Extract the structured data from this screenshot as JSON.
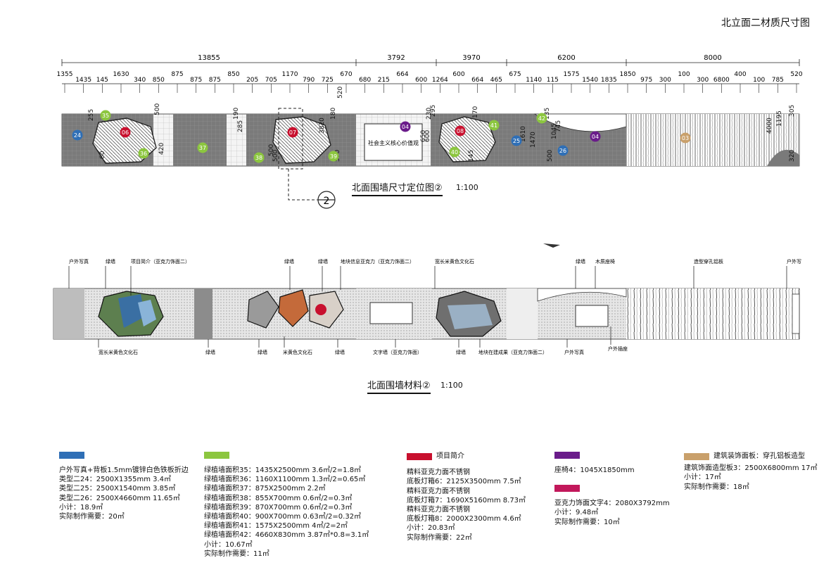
{
  "page_title": "北立面二材质尺寸图",
  "dims_top": [
    "13855",
    "3792",
    "3970",
    "6200",
    "8000"
  ],
  "dims_sub": [
    "1355",
    "1435",
    "145",
    "1630",
    "340",
    "850",
    "875",
    "875",
    "875",
    "850",
    "205",
    "705",
    "1170",
    "790",
    "725",
    "670",
    "680",
    "215",
    "664",
    "600",
    "1264",
    "600",
    "664",
    "465",
    "675",
    "1140",
    "115",
    "1575",
    "1540",
    "1835",
    "1850",
    "975",
    "300",
    "100",
    "300",
    "6800",
    "400",
    "100",
    "785",
    "520"
  ],
  "dims_side": [
    "255",
    "60",
    "500",
    "420",
    "190",
    "285",
    "500",
    "500",
    "180",
    "570",
    "230",
    "295",
    "145",
    "170",
    "135",
    "500",
    "305",
    "320",
    "1610",
    "1470",
    "1045",
    "745",
    "4000",
    "1195",
    "520",
    "650",
    "600",
    "3820"
  ],
  "markers": [
    {
      "id": "24",
      "color": "#2f6fb6"
    },
    {
      "id": "35",
      "color": "#8cc63f"
    },
    {
      "id": "06",
      "color": "#c8102e"
    },
    {
      "id": "36",
      "color": "#8cc63f"
    },
    {
      "id": "37",
      "color": "#8cc63f"
    },
    {
      "id": "38",
      "color": "#8cc63f"
    },
    {
      "id": "07",
      "color": "#c8102e"
    },
    {
      "id": "39",
      "color": "#8cc63f"
    },
    {
      "id": "04",
      "color": "#6a1b8a"
    },
    {
      "id": "08",
      "color": "#c8102e"
    },
    {
      "id": "40",
      "color": "#8cc63f"
    },
    {
      "id": "41",
      "color": "#8cc63f"
    },
    {
      "id": "25",
      "color": "#2f6fb6"
    },
    {
      "id": "42",
      "color": "#8cc63f"
    },
    {
      "id": "26",
      "color": "#2f6fb6"
    },
    {
      "id": "04",
      "color": "#6a1b8a"
    },
    {
      "id": "03",
      "color": "#c9a06b"
    }
  ],
  "plan1": {
    "title": "北面围墙尺寸定位图②",
    "scale": "1:100",
    "sign_text": "社会主义核心价值观",
    "callout": "2"
  },
  "plan2": {
    "title": "北面围墙材料②",
    "scale": "1:100",
    "top_labels": [
      "户外写真",
      "绿墙",
      "项目简介（亚克力饰面二）",
      "绿墙",
      "绿墙",
      "地块信息亚克力（亚克力饰面二）",
      "宽长米黄色文化石",
      "绿墙",
      "木质座椅",
      "造型穿孔铝板",
      "户外写"
    ],
    "bottom_labels": [
      "宽长米黄色文化石",
      "绿墙",
      "绿墙",
      "米黄色文化石",
      "绿墙",
      "文字墙（亚克力饰面）",
      "绿墙",
      "地块在建成果（亚克力饰面二）",
      "户外写真",
      "户外插座"
    ]
  },
  "legend": {
    "col1": {
      "color": "#2f6fb6",
      "lines": [
        "户外写真+背板1.5mm镀锌白色铁板折边",
        "类型二24：2500X1355mm 3.4㎡",
        "类型二25：2500X1540mm 3.85㎡",
        "类型二26：2500X4660mm 11.65㎡",
        "小计：18.9㎡",
        "实际制作需要：20㎡"
      ]
    },
    "col2": {
      "color": "#8cc63f",
      "lines": [
        "绿植墙面积35：1435X2500mm 3.6㎡/2=1.8㎡",
        "绿植墙面积36：1160X1100mm 1.3㎡/2=0.65㎡",
        "绿植墙面积37：875X2500mm 2.2㎡",
        "绿植墙面积38：855X700mm 0.6㎡/2=0.3㎡",
        "绿植墙面积39：870X700mm 0.6㎡/2=0.3㎡",
        "绿植墙面积40：900X700mm 0.63㎡/2=0.32㎡",
        "绿植墙面积41：1575X2500mm 4㎡/2=2㎡",
        "绿植墙面积42：4660X830mm 3.87㎡*0.8=3.1㎡",
        "小计：10.67㎡",
        "实际制作需要：11㎡"
      ]
    },
    "col3": {
      "color": "#c8102e",
      "heading": "项目简介",
      "lines": [
        "精料亚克力面不锈钢",
        "底板灯箱6：2125X3500mm 7.5㎡",
        "精料亚克力面不锈钢",
        "底板灯箱7：1690X5160mm 8.73㎡",
        "精料亚克力面不锈钢",
        "底板灯箱8：2000X2300mm 4.6㎡",
        "小计：20.83㎡",
        "实际制作需要：22㎡"
      ]
    },
    "col4": {
      "color_a": "#6a1b8a",
      "lines_a": [
        "座椅4：1045X1850mm"
      ],
      "color_b": "#c2185b",
      "lines_b": [
        "亚克力饰面文字4：2080X3792mm",
        "小计：9.48㎡",
        "实际制作需要：10㎡"
      ]
    },
    "col5": {
      "color": "#c9a06b",
      "heading": "建筑装饰面板：穿孔铝板造型",
      "lines": [
        "建筑饰面造型板3：2500X6800mm 17㎡",
        "小计：17㎡",
        "实际制作需要：18㎡"
      ]
    }
  }
}
